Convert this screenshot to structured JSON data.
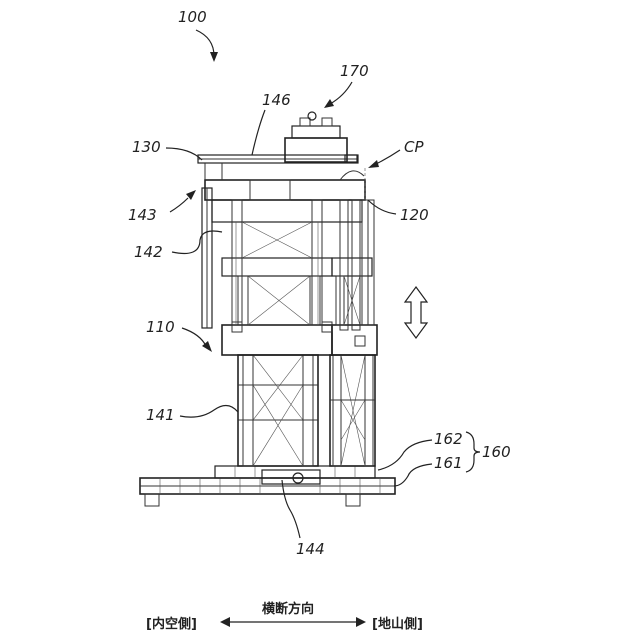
{
  "labels": {
    "l100": "100",
    "l170": "170",
    "l146": "146",
    "l130": "130",
    "lcp": "CP",
    "l143": "143",
    "l120": "120",
    "l142": "142",
    "l110": "110",
    "l141": "141",
    "l162": "162",
    "l161": "161",
    "l160": "160",
    "l144": "144"
  },
  "footer": {
    "left": "[内空側]",
    "direction": "横断方向",
    "right": "[地山側]"
  }
}
